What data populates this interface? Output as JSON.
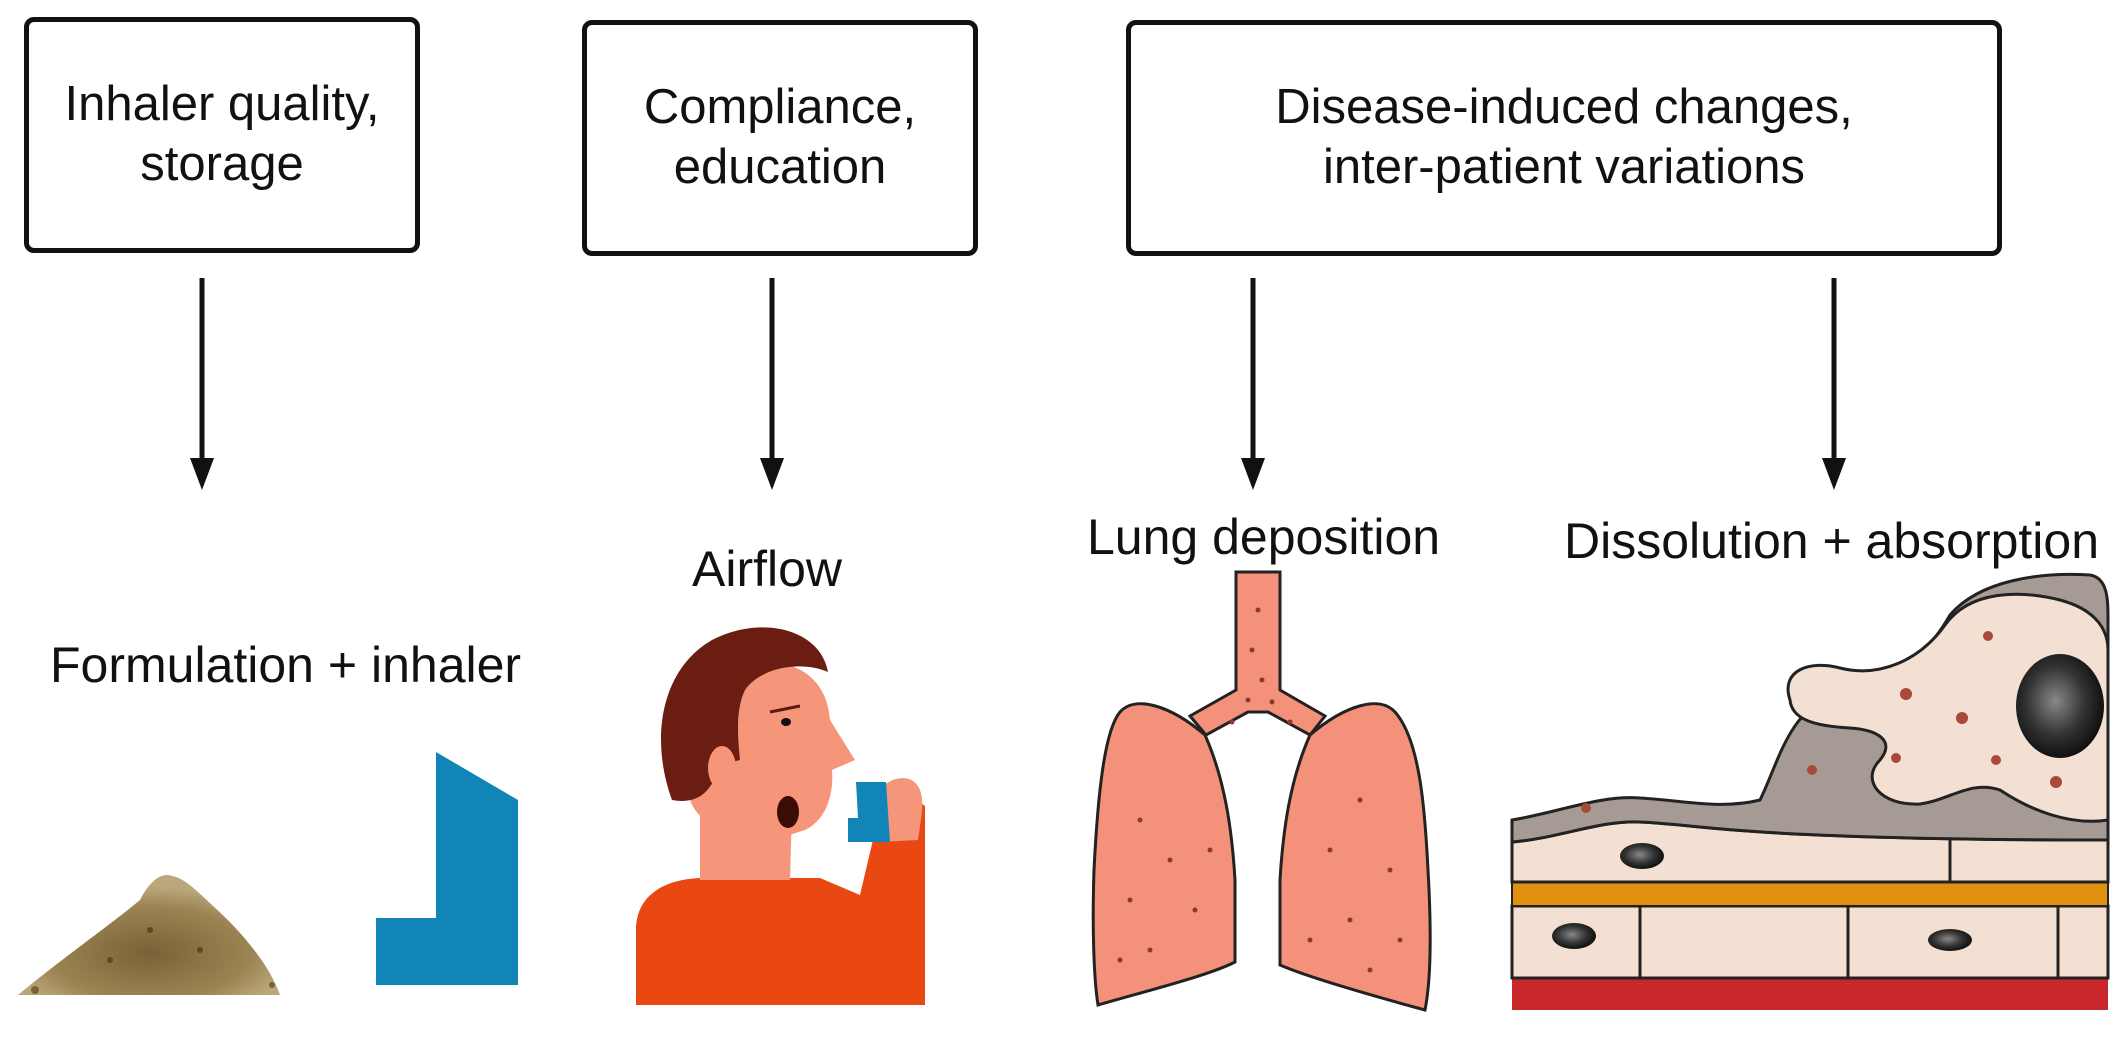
{
  "factors": [
    {
      "line1": "Inhaler quality,",
      "line2": "storage"
    },
    {
      "line1": "Compliance,",
      "line2": "education"
    },
    {
      "line1": "Disease-induced changes,",
      "line2": "inter-patient variations"
    }
  ],
  "stages": [
    {
      "label": "Formulation + inhaler",
      "icons": [
        "powder-pile-icon",
        "inhaler-icon"
      ]
    },
    {
      "label": "Airflow",
      "icons": [
        "person-inhaling-icon"
      ]
    },
    {
      "label": "Lung deposition",
      "icons": [
        "lungs-icon"
      ]
    },
    {
      "label": "Dissolution + absorption",
      "icons": [
        "epithelial-cells-icon"
      ]
    }
  ],
  "colors": {
    "powder": "#8b7346",
    "inhaler": "#1185b8",
    "skin": "#f5967a",
    "hair": "#6a1d10",
    "shirt": "#e94813",
    "lung": "#f4917a",
    "tissue_gray": "#a69a95",
    "cell": "#f4e0d2",
    "basement": "#e0900f",
    "blood": "#c8282b"
  }
}
